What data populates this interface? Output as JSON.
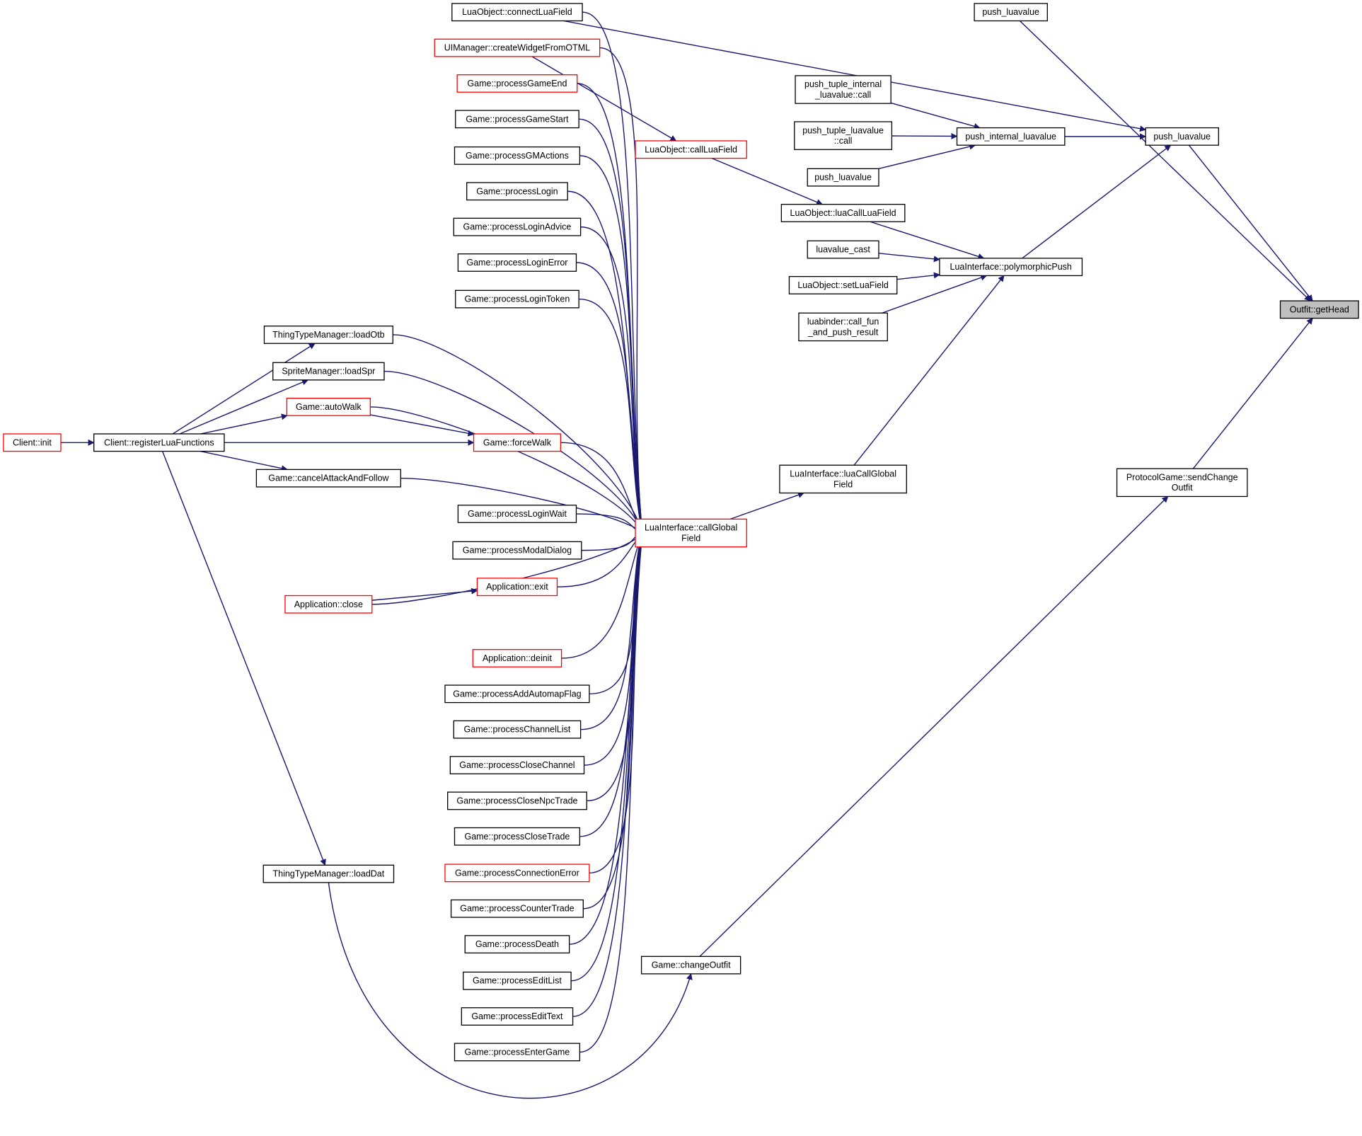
{
  "colors": {
    "edge": "#191970",
    "normal_border": "#000000",
    "red_border": "#ff0000",
    "focus_fill": "#bfbfbf",
    "node_fill": "#ffffff",
    "text": "#000000"
  },
  "nodes": [
    {
      "id": "n1",
      "lines": [
        "Client::init"
      ],
      "style": "red"
    },
    {
      "id": "n2",
      "lines": [
        "Client::registerLuaFunctions"
      ],
      "style": "normal"
    },
    {
      "id": "n3",
      "lines": [
        "ThingTypeManager::loadOtb"
      ],
      "style": "normal"
    },
    {
      "id": "n4",
      "lines": [
        "SpriteManager::loadSpr"
      ],
      "style": "normal"
    },
    {
      "id": "n5",
      "lines": [
        "Game::autoWalk"
      ],
      "style": "red"
    },
    {
      "id": "n6",
      "lines": [
        "Game::forceWalk"
      ],
      "style": "red"
    },
    {
      "id": "n7",
      "lines": [
        "Game::cancelAttackAndFollow"
      ],
      "style": "normal"
    },
    {
      "id": "n8",
      "lines": [
        "Application::close"
      ],
      "style": "red"
    },
    {
      "id": "n9",
      "lines": [
        "Application::exit"
      ],
      "style": "red"
    },
    {
      "id": "n10",
      "lines": [
        "ThingTypeManager::loadDat"
      ],
      "style": "normal"
    },
    {
      "id": "n11",
      "lines": [
        "LuaObject::connectLuaField"
      ],
      "style": "normal"
    },
    {
      "id": "n12",
      "lines": [
        "UIManager::createWidgetFromOTML"
      ],
      "style": "red"
    },
    {
      "id": "n13",
      "lines": [
        "Game::processGameEnd"
      ],
      "style": "red"
    },
    {
      "id": "n14",
      "lines": [
        "Game::processGameStart"
      ],
      "style": "normal"
    },
    {
      "id": "n15",
      "lines": [
        "Game::processGMActions"
      ],
      "style": "normal"
    },
    {
      "id": "n16",
      "lines": [
        "Game::processLogin"
      ],
      "style": "normal"
    },
    {
      "id": "n17",
      "lines": [
        "Game::processLoginAdvice"
      ],
      "style": "normal"
    },
    {
      "id": "n18",
      "lines": [
        "Game::processLoginError"
      ],
      "style": "normal"
    },
    {
      "id": "n19",
      "lines": [
        "Game::processLoginToken"
      ],
      "style": "normal"
    },
    {
      "id": "n20",
      "lines": [
        "Game::processLoginWait"
      ],
      "style": "normal"
    },
    {
      "id": "n21",
      "lines": [
        "Game::processModalDialog"
      ],
      "style": "normal"
    },
    {
      "id": "n22",
      "lines": [
        "Application::deinit"
      ],
      "style": "red"
    },
    {
      "id": "n23",
      "lines": [
        "Game::processAddAutomapFlag"
      ],
      "style": "normal"
    },
    {
      "id": "n24",
      "lines": [
        "Game::processChannelList"
      ],
      "style": "normal"
    },
    {
      "id": "n25",
      "lines": [
        "Game::processCloseChannel"
      ],
      "style": "normal"
    },
    {
      "id": "n26",
      "lines": [
        "Game::processCloseNpcTrade"
      ],
      "style": "normal"
    },
    {
      "id": "n27",
      "lines": [
        "Game::processCloseTrade"
      ],
      "style": "normal"
    },
    {
      "id": "n28",
      "lines": [
        "Game::processConnectionError"
      ],
      "style": "red"
    },
    {
      "id": "n29",
      "lines": [
        "Game::processCounterTrade"
      ],
      "style": "normal"
    },
    {
      "id": "n30",
      "lines": [
        "Game::processDeath"
      ],
      "style": "normal"
    },
    {
      "id": "n31",
      "lines": [
        "Game::processEditList"
      ],
      "style": "normal"
    },
    {
      "id": "n32",
      "lines": [
        "Game::processEditText"
      ],
      "style": "normal"
    },
    {
      "id": "n33",
      "lines": [
        "Game::processEnterGame"
      ],
      "style": "normal"
    },
    {
      "id": "n34",
      "lines": [
        "Game::changeOutfit"
      ],
      "style": "normal"
    },
    {
      "id": "n35",
      "lines": [
        "LuaInterface::callGlobal",
        "Field"
      ],
      "style": "red"
    },
    {
      "id": "n36",
      "lines": [
        "LuaObject::callLuaField"
      ],
      "style": "red"
    },
    {
      "id": "n37",
      "lines": [
        "LuaObject::luaCallLuaField"
      ],
      "style": "normal"
    },
    {
      "id": "n38",
      "lines": [
        "luavalue_cast"
      ],
      "style": "normal"
    },
    {
      "id": "n39",
      "lines": [
        "LuaObject::setLuaField"
      ],
      "style": "normal"
    },
    {
      "id": "n40",
      "lines": [
        "luabinder::call_fun",
        "_and_push_result"
      ],
      "style": "normal"
    },
    {
      "id": "n41",
      "lines": [
        "push_tuple_internal",
        "_luavalue::call"
      ],
      "style": "normal"
    },
    {
      "id": "n42",
      "lines": [
        "push_tuple_luavalue",
        "::call"
      ],
      "style": "normal"
    },
    {
      "id": "n43",
      "lines": [
        "push_luavalue"
      ],
      "style": "normal"
    },
    {
      "id": "n44",
      "lines": [
        "LuaInterface::luaCallGlobal",
        "Field"
      ],
      "style": "normal"
    },
    {
      "id": "n45",
      "lines": [
        "LuaInterface::polymorphicPush"
      ],
      "style": "normal"
    },
    {
      "id": "n46",
      "lines": [
        "push_internal_luavalue"
      ],
      "style": "normal"
    },
    {
      "id": "n47",
      "lines": [
        "push_luavalue"
      ],
      "style": "normal"
    },
    {
      "id": "n48",
      "lines": [
        "push_luavalue"
      ],
      "style": "normal"
    },
    {
      "id": "n49",
      "lines": [
        "ProtocolGame::sendChange",
        "Outfit"
      ],
      "style": "normal"
    },
    {
      "id": "n50",
      "lines": [
        "Outfit::getHead"
      ],
      "style": "focus"
    }
  ],
  "edges": [
    [
      "n1",
      "n2"
    ],
    [
      "n2",
      "n3"
    ],
    [
      "n2",
      "n4"
    ],
    [
      "n2",
      "n5"
    ],
    [
      "n2",
      "n6"
    ],
    [
      "n2",
      "n7"
    ],
    [
      "n2",
      "n10"
    ],
    [
      "n5",
      "n6"
    ],
    [
      "n8",
      "n9"
    ],
    [
      "n10",
      "n34"
    ],
    [
      "n3",
      "n35"
    ],
    [
      "n4",
      "n35"
    ],
    [
      "n5",
      "n35"
    ],
    [
      "n6",
      "n35"
    ],
    [
      "n7",
      "n35"
    ],
    [
      "n8",
      "n35"
    ],
    [
      "n9",
      "n35"
    ],
    [
      "n11",
      "n35"
    ],
    [
      "n12",
      "n35"
    ],
    [
      "n13",
      "n35"
    ],
    [
      "n14",
      "n35"
    ],
    [
      "n15",
      "n35"
    ],
    [
      "n16",
      "n35"
    ],
    [
      "n17",
      "n35"
    ],
    [
      "n18",
      "n35"
    ],
    [
      "n19",
      "n35"
    ],
    [
      "n20",
      "n35"
    ],
    [
      "n21",
      "n35"
    ],
    [
      "n22",
      "n35"
    ],
    [
      "n23",
      "n35"
    ],
    [
      "n24",
      "n35"
    ],
    [
      "n25",
      "n35"
    ],
    [
      "n26",
      "n35"
    ],
    [
      "n27",
      "n35"
    ],
    [
      "n28",
      "n35"
    ],
    [
      "n29",
      "n35"
    ],
    [
      "n30",
      "n35"
    ],
    [
      "n31",
      "n35"
    ],
    [
      "n32",
      "n35"
    ],
    [
      "n33",
      "n35"
    ],
    [
      "n12",
      "n36"
    ],
    [
      "n36",
      "n37"
    ],
    [
      "n35",
      "n44"
    ],
    [
      "n37",
      "n45"
    ],
    [
      "n38",
      "n45"
    ],
    [
      "n39",
      "n45"
    ],
    [
      "n40",
      "n45"
    ],
    [
      "n44",
      "n45"
    ],
    [
      "n41",
      "n46"
    ],
    [
      "n42",
      "n46"
    ],
    [
      "n43",
      "n46"
    ],
    [
      "n11",
      "n47"
    ],
    [
      "n45",
      "n47"
    ],
    [
      "n46",
      "n47"
    ],
    [
      "n34",
      "n49"
    ],
    [
      "n47",
      "n50"
    ],
    [
      "n48",
      "n50"
    ],
    [
      "n49",
      "n50"
    ]
  ]
}
